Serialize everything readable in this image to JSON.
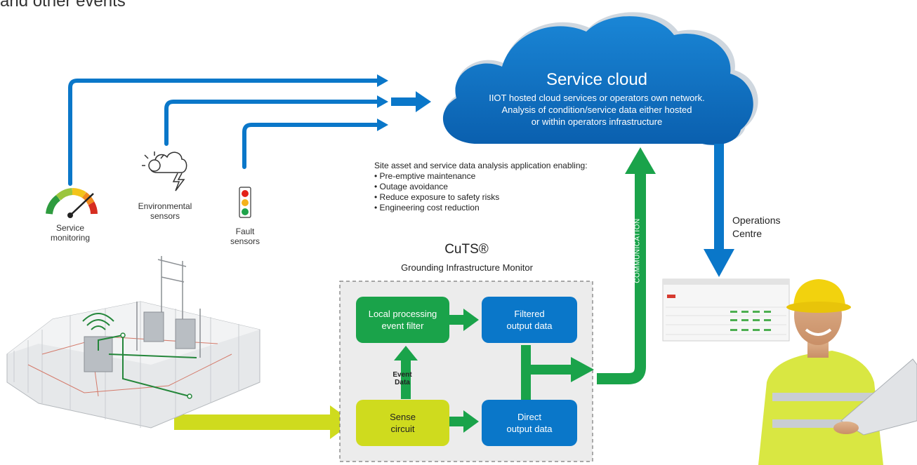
{
  "header": {
    "partial_text": "and other events"
  },
  "cloud": {
    "title": "Service cloud",
    "desc_lines": [
      "IIOT hosted cloud services or operators own network.",
      "Analysis of condition/service data either hosted",
      "or within operators infrastructure"
    ]
  },
  "sensors": {
    "service": [
      "Service",
      "monitoring"
    ],
    "environmental": [
      "Environmental",
      "sensors"
    ],
    "fault": [
      "Fault",
      "sensors"
    ]
  },
  "analysis": {
    "intro": "Site asset and service data analysis application enabling:",
    "bullets": [
      "• Pre-emptive maintenance",
      "• Outage avoidance",
      "• Reduce exposure to safety risks",
      "• Engineering cost reduction"
    ]
  },
  "cuts": {
    "title": "CuTS®",
    "subtitle": "Grounding Infrastructure Monitor",
    "boxes": {
      "local_processing": [
        "Local processing",
        "event filter"
      ],
      "filtered_output": [
        "Filtered",
        "output data"
      ],
      "sense_circuit": [
        "Sense",
        "circuit"
      ],
      "direct_output": [
        "Direct",
        "output data"
      ]
    },
    "event_label": [
      "Event",
      "Data"
    ]
  },
  "communication_label": "COMMUNICATION",
  "operations_centre": [
    "Operations",
    "Centre"
  ],
  "colors": {
    "blue": "#0a77c9",
    "green": "#1aa34a",
    "yellow_green": "#cfdb1e",
    "cloud": "#0c6fc4",
    "cloud_outline": "#c9d3dc",
    "panel": "#ececec"
  }
}
